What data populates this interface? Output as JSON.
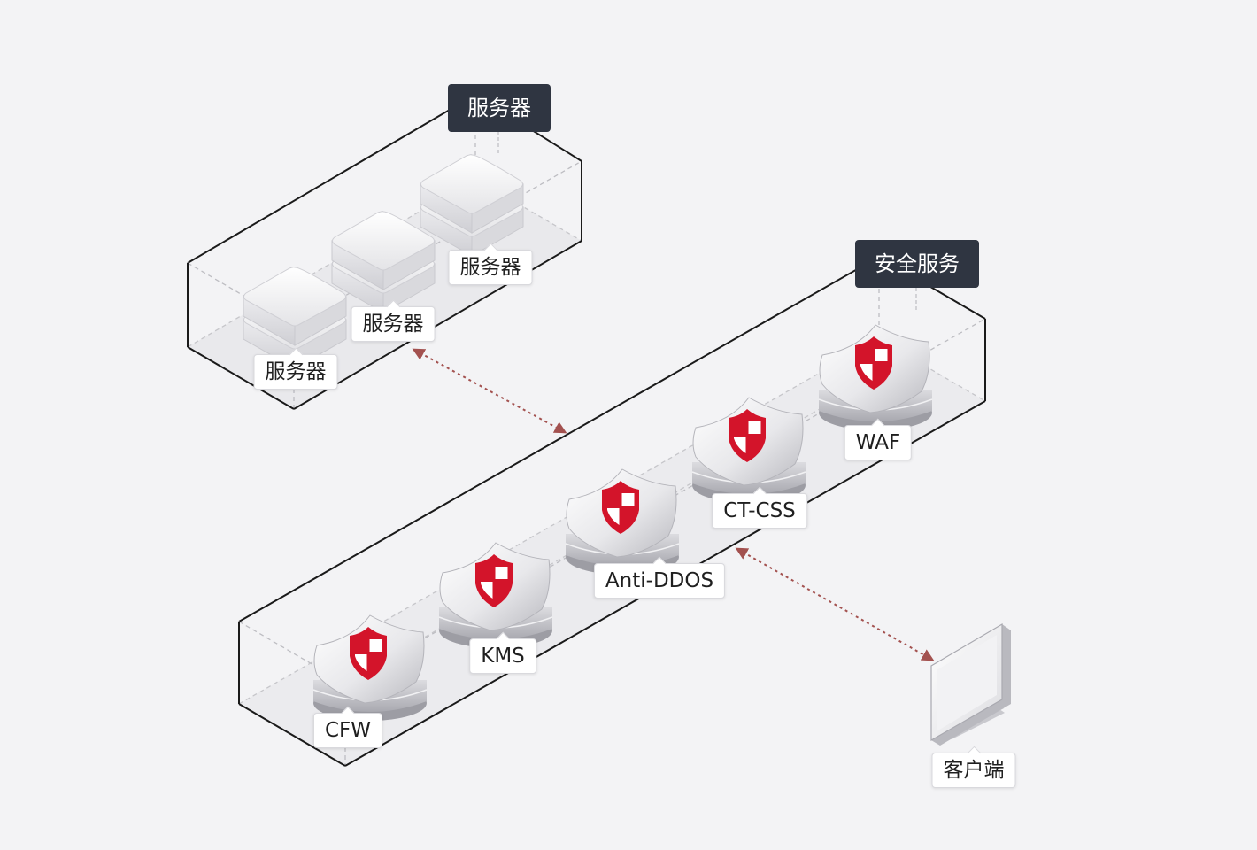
{
  "groups": {
    "servers_title": "服务器",
    "security_title": "安全服务"
  },
  "servers": [
    {
      "label": "服务器"
    },
    {
      "label": "服务器"
    },
    {
      "label": "服务器"
    }
  ],
  "security_services": [
    {
      "label": "CFW"
    },
    {
      "label": "KMS"
    },
    {
      "label": "Anti-DDOS"
    },
    {
      "label": "CT-CSS"
    },
    {
      "label": "WAF"
    }
  ],
  "client": {
    "label": "客户端"
  },
  "colors": {
    "background": "#f3f3f5",
    "title_bg": "#2f3541",
    "shield_red": "#d3142a",
    "arrow": "#a3514f",
    "outline": "#1a1a1a"
  }
}
